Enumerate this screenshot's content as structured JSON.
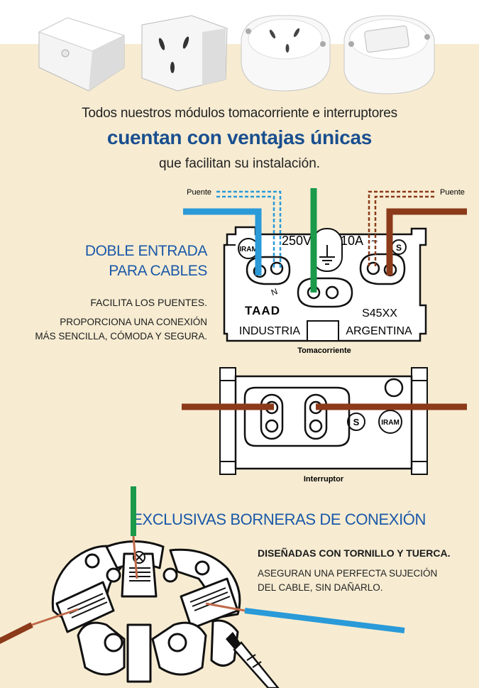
{
  "header": {
    "line1": "Todos nuestros módulos tomacorriente e interruptores",
    "line2": "cuentan con ventajas únicas",
    "line3": "que facilitan su instalación."
  },
  "section1": {
    "title_line1": "DOBLE ENTRADA",
    "title_line2": "PARA CABLES",
    "subtitle": "FACILITA LOS PUENTES.",
    "body_line1": "PROPORCIONA UNA CONEXIÓN",
    "body_line2": "MÁS SENCILLA, CÓMODA Y SEGURA."
  },
  "outlet": {
    "puente_left": "Puente",
    "puente_right": "Puente",
    "voltage": "250V",
    "current": "10A",
    "brand": "TAAD",
    "model": "S45XX",
    "label_left": "INDUSTRIA",
    "label_right": "ARGENTINA",
    "n_mark": "N",
    "caption": "Tomacorriente"
  },
  "switch": {
    "caption": "Interruptor"
  },
  "section2": {
    "title": "EXCLUSIVAS BORNERAS DE CONEXIÓN",
    "subtitle": "DISEÑADAS CON TORNILLO Y TUERCA.",
    "body_line1": "ASEGURAN UNA PERFECTA SUJECIÓN",
    "body_line2": "DEL CABLE, SIN DAÑARLO."
  },
  "colors": {
    "background": "#f7ecd2",
    "title_blue": "#1a58a8",
    "wire_blue": "#2a9ad8",
    "wire_green": "#1a9a4a",
    "wire_brown": "#8b3a1a"
  },
  "icons": [
    "module-photo-1",
    "module-photo-2",
    "module-photo-3",
    "module-photo-4",
    "iram-seal-icon",
    "s-mark-icon",
    "earth-icon",
    "screwdriver-icon"
  ]
}
